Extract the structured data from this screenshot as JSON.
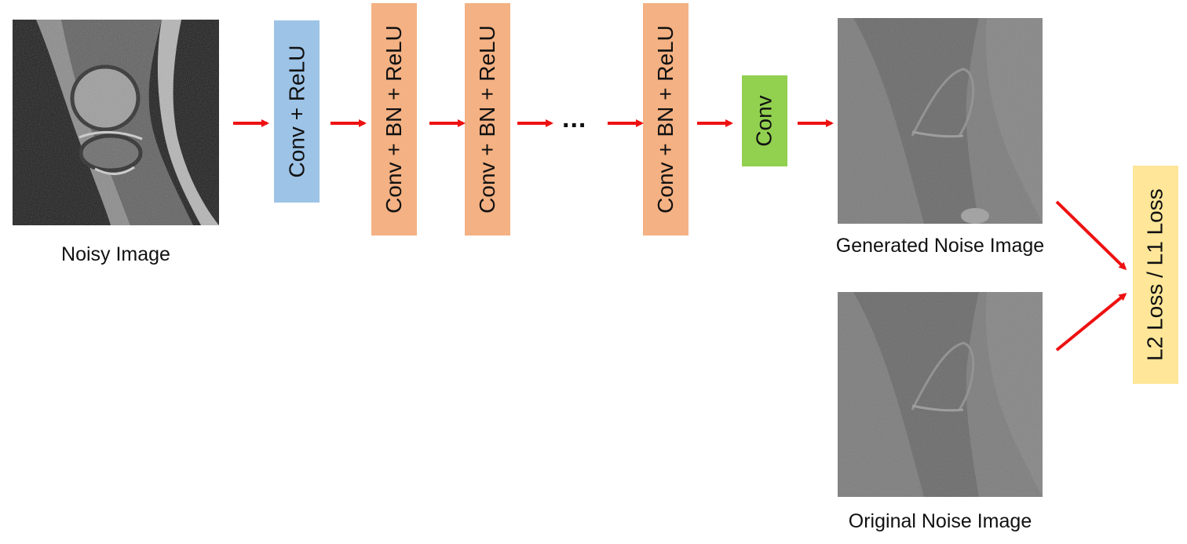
{
  "images": {
    "noisy": {
      "caption": "Noisy Image"
    },
    "generated": {
      "caption": "Generated Noise Image"
    },
    "original": {
      "caption": "Original Noise Image"
    }
  },
  "layers": [
    {
      "label": "Conv + ReLU",
      "color": "#9dc3e6"
    },
    {
      "label": "Conv + BN + ReLU",
      "color": "#f4b183"
    },
    {
      "label": "Conv + BN + ReLU",
      "color": "#f4b183"
    },
    {
      "label": "Conv + BN + ReLU",
      "color": "#f4b183"
    },
    {
      "label": "Conv",
      "color": "#92d050"
    }
  ],
  "ellipsis": "...",
  "loss": {
    "label": "L2 Loss / L1 Loss",
    "color": "#ffe699"
  },
  "arrow_color": "#ee1111"
}
